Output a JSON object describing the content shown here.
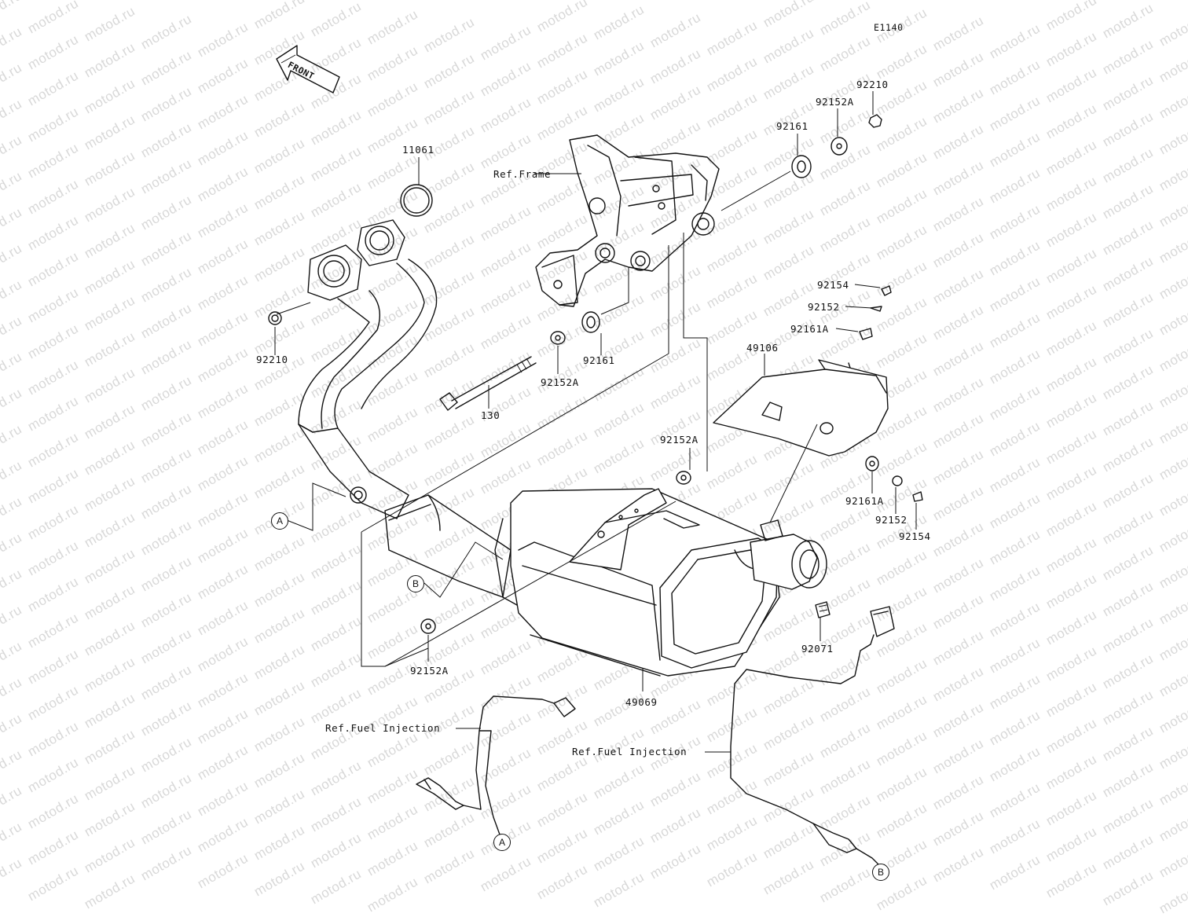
{
  "watermark": "motod.ru",
  "diagram_code": "E1140",
  "front_label": "FRONT",
  "parts": {
    "p11061": "11061",
    "p92210_left": "92210",
    "p92210_right": "92210",
    "p92152A_top": "92152A",
    "p92161_top": "92161",
    "p92161_mid": "92161",
    "p92152A_mid": "92152A",
    "p130": "130",
    "p92154_top": "92154",
    "p92152_top": "92152",
    "p92161A_top": "92161A",
    "p49106": "49106",
    "p92152A_right": "92152A",
    "p92161A_bot": "92161A",
    "p92152_bot": "92152",
    "p92154_bot": "92154",
    "p92071": "92071",
    "p92152A_bot": "92152A",
    "p49069": "49069"
  },
  "refs": {
    "frame": "Ref.Frame",
    "fuel_injection_left": "Ref.Fuel Injection",
    "fuel_injection_right": "Ref.Fuel Injection"
  },
  "markers": {
    "a_left": "A",
    "b_left": "B",
    "a_bottom": "A",
    "b_bottom": "B"
  }
}
